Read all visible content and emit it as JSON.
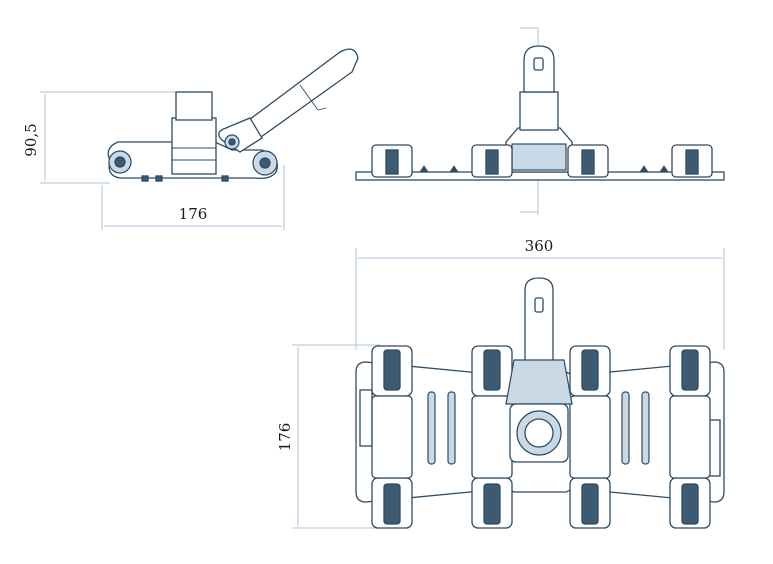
{
  "dimensions": {
    "side_height": "90,5",
    "side_length": "176",
    "top_width": "360",
    "top_depth": "176"
  },
  "colors": {
    "line": "#2d4b63",
    "dimension_line": "#a9c7df",
    "fill_dark": "#3c5a72",
    "fill_light": "#c9d9e6"
  }
}
